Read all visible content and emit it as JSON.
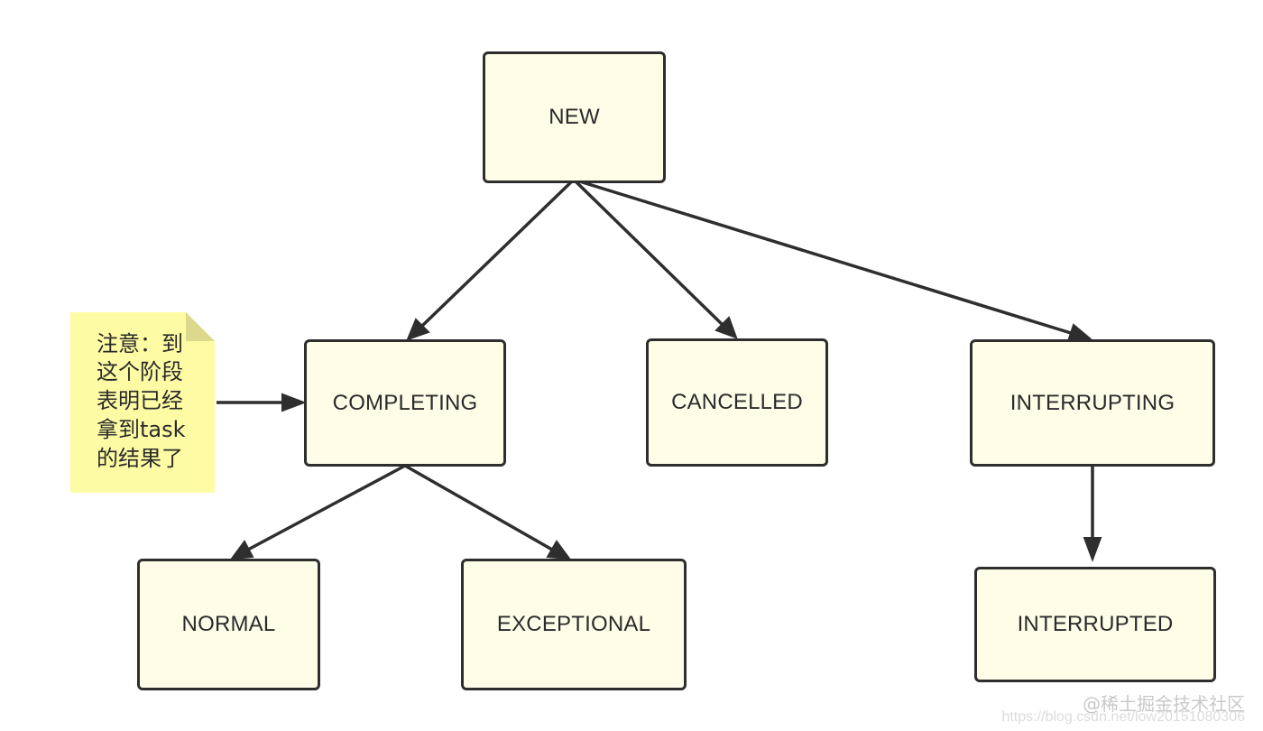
{
  "nodes": {
    "new": "NEW",
    "completing": "COMPLETING",
    "cancelled": "CANCELLED",
    "interrupting": "INTERRUPTING",
    "normal": "NORMAL",
    "exceptional": "EXCEPTIONAL",
    "interrupted": "INTERRUPTED"
  },
  "edges": [
    {
      "from": "NEW",
      "to": "COMPLETING"
    },
    {
      "from": "NEW",
      "to": "CANCELLED"
    },
    {
      "from": "NEW",
      "to": "INTERRUPTING"
    },
    {
      "from": "COMPLETING",
      "to": "NORMAL"
    },
    {
      "from": "COMPLETING",
      "to": "EXCEPTIONAL"
    },
    {
      "from": "INTERRUPTING",
      "to": "INTERRUPTED"
    }
  ],
  "note": {
    "lines": [
      "注意：到",
      "这个阶段",
      "表明已经",
      "拿到task",
      "的结果了"
    ],
    "points_to": "COMPLETING"
  },
  "watermark": {
    "brand": "@稀土掘金技术社区",
    "url": "https://blog.csdn.net/low20151080306"
  },
  "colors": {
    "node_fill": "#fefee8",
    "node_border": "#2e2e2e",
    "note_fill": "#fdfba4",
    "edge": "#2e2e2e"
  }
}
